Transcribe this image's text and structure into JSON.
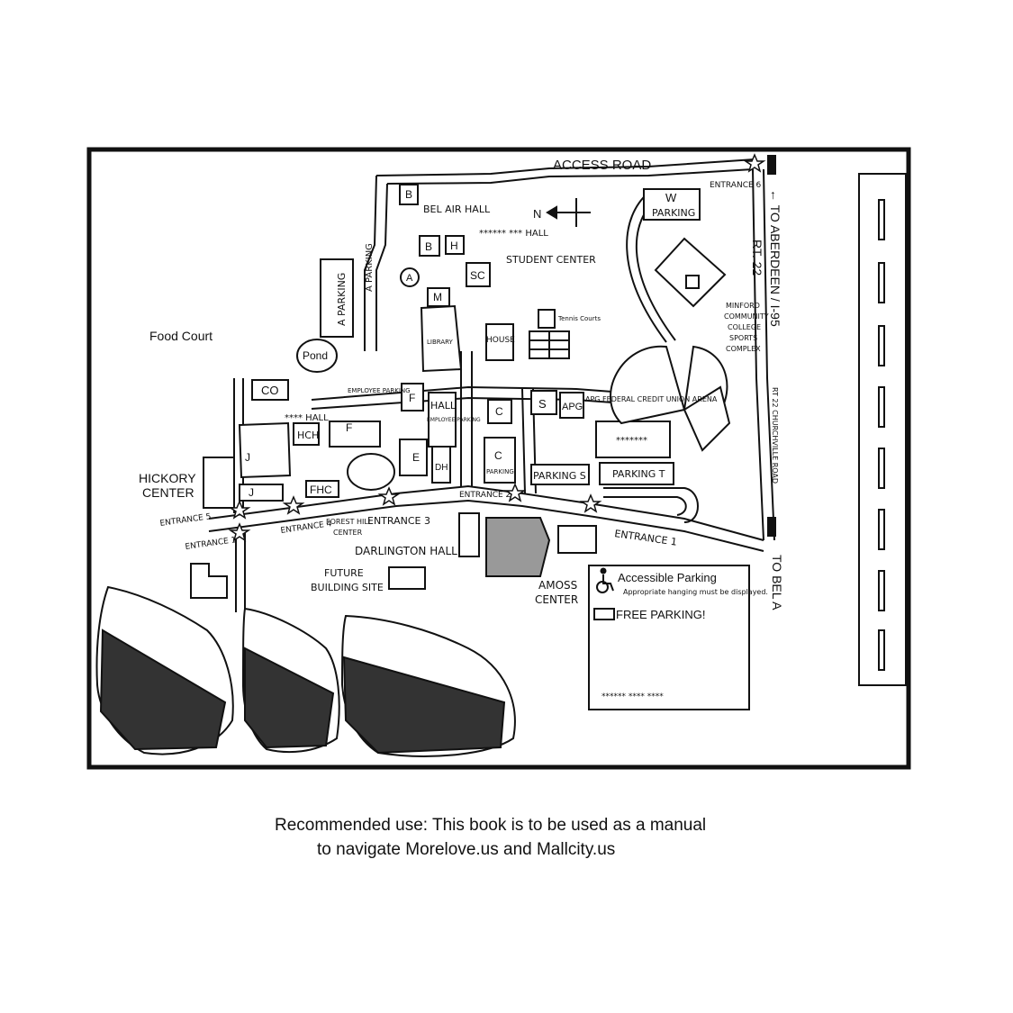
{
  "map": {
    "roads": {
      "access_road": "ACCESS ROAD",
      "rt22": "RT. 22",
      "to_aberdeen": "← TO ABERDEEN / I-95",
      "to_bel_a": "TO BEL A",
      "churchville": "RT 22 CHURCHVILLE ROAD"
    },
    "entrances": {
      "e1a": "ENTRANCE 1",
      "e1b": "ENTRANCE 1",
      "e2": "ENTRANCE 2",
      "e3": "ENTRANCE 3",
      "e4": "ENTRANCE 4",
      "e5": "ENTRANCE 5",
      "e6": "ENTRANCE 6"
    },
    "buildings": {
      "b": "B",
      "bel_air_hall": "BEL AIR HALL",
      "hall_top": "****** *** HALL",
      "bh_b": "B",
      "bh_h": "H",
      "student_center": "STUDENT CENTER",
      "sc": "SC",
      "a": "A",
      "m": "M",
      "library": "LIBRARY",
      "house": "HOUSE",
      "tennis": "Tennis Courts",
      "s": "S",
      "apg": "APG",
      "apg_label": "APG FEDERAL CREDIT UNION ARENA",
      "c_top": "C",
      "c_mid": "C",
      "c_parking": "PARKING",
      "f_hall": "F",
      "hall_f": "HALL",
      "emp_parking_small": "EMPLOYEE PARKING",
      "employee_parking": "EMPLOYEE PARKING",
      "co": "CO",
      "hall_hch": "**** HALL",
      "hch": "HCH",
      "f": "F",
      "e": "E",
      "dh": "DH",
      "j_upper": "J",
      "j_lower": "J",
      "fhc": "FHC",
      "hickory_center": "HICKORY\nCENTER",
      "forest_hill_center": "FOREST HILL\nCENTER",
      "darlington_hall": "DARLINGTON HALL",
      "future_building": "FUTURE\nBUILDING SITE",
      "amoss_center": "AMOSS\nCENTER",
      "food_court": "Food Court",
      "pond": "Pond",
      "sports_complex": "MINFORD\nCOMMUNITY\nCOLLEGE\nSPORTS\nCOMPLEX"
    },
    "parking": {
      "a_parking_1": "A PARKING",
      "a_parking_2": "A PARKING",
      "w_parking_w": "W",
      "w_parking": "PARKING",
      "parking_s": "PARKING S",
      "parking_t": "PARKING T",
      "arena_stars": "*******"
    },
    "compass": "N",
    "legend": {
      "accessible_title": "Accessible Parking",
      "accessible_note": "Appropriate hanging must be displayed.",
      "free_parking": "FREE PARKING!",
      "footer_stars": "****** **** ****"
    }
  },
  "caption": {
    "line1": "Recommended use: This book is to be used as a manual",
    "line2": "to navigate Morelove.us and Mallcity.us"
  },
  "icons": [
    "wheelchair-icon",
    "star-icon",
    "compass-arrow-icon",
    "traffic-light-icon"
  ]
}
